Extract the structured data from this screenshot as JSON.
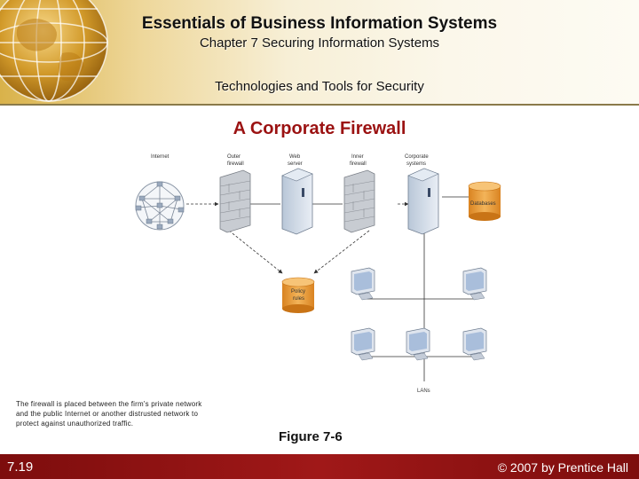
{
  "header": {
    "title": "Essentials of Business Information Systems",
    "chapter": "Chapter 7 Securing Information Systems",
    "section": "Technologies and Tools for Security"
  },
  "slide_heading": "A Corporate Firewall",
  "diagram": {
    "labels": {
      "internet": "Internet",
      "outer_firewall": [
        "Outer",
        "firewall"
      ],
      "web_server": [
        "Web",
        "server"
      ],
      "inner_firewall": [
        "Inner",
        "firewall"
      ],
      "corporate_systems": [
        "Corporate",
        "systems"
      ],
      "databases": "Databases",
      "policy_rules": [
        "Policy",
        "rules"
      ],
      "lans": "LANs"
    }
  },
  "caption": "The firewall is placed between the firm's private network and the public Internet or another distrusted network to protect against unauthorized traffic.",
  "figure_label": "Figure 7-6",
  "footer": {
    "slide_number": "7.19",
    "copyright": "© 2007 by Prentice Hall"
  },
  "colors": {
    "header_gold": "#d9b24a",
    "heading_red": "#9b1212",
    "footer_red": "#a01818",
    "database_orange": "#e89a3a"
  }
}
